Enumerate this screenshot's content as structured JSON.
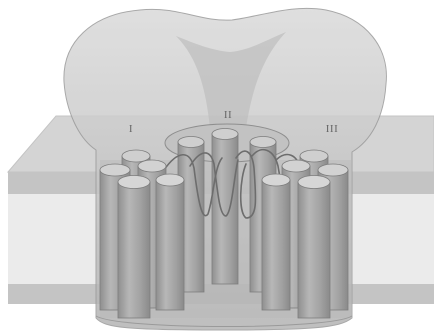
{
  "domains": {
    "domain_1": {
      "label": "I"
    },
    "domain_2": {
      "label": "II"
    },
    "domain_3": {
      "label": "III"
    }
  },
  "colors": {
    "membrane_face": "#d7d7d7",
    "membrane_edge": "#bdbdbd",
    "membrane_core": "#ececec",
    "protein_body": "#c9c9c9",
    "helix_fill": "#a9a9a9",
    "helix_top": "#cfcfcf",
    "outline": "#7d7d7d"
  },
  "icons": {
    "membrane": "lipid-bilayer",
    "protein": "channel-protein",
    "helix": "transmembrane-helix",
    "loop": "pore-loop"
  }
}
